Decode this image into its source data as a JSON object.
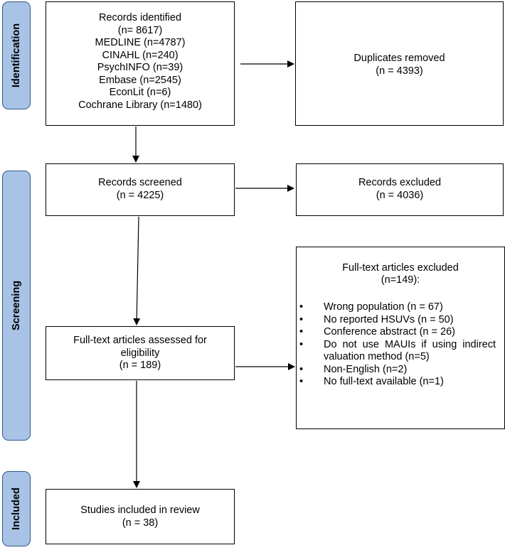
{
  "phases": {
    "identification": "Identification",
    "screening": "Screening",
    "included": "Included"
  },
  "identified": {
    "lines": [
      "Records identified",
      "(n= 8617)",
      "MEDLINE (n=4787)",
      "CINAHL (n=240)",
      "PsychINFO (n=39)",
      "Embase (n=2545)",
      "EconLit (n=6)",
      "Cochrane Library (n=1480)"
    ]
  },
  "duplicates": {
    "lines": [
      "Duplicates removed",
      "(n = 4393)"
    ]
  },
  "screened": {
    "lines": [
      "Records screened",
      "(n = 4225)"
    ]
  },
  "records_excluded": {
    "lines": [
      "Records excluded",
      "(n = 4036)"
    ]
  },
  "fulltext_assessed": {
    "lines": [
      "Full-text articles assessed for",
      "eligibility",
      "(n = 189)"
    ]
  },
  "fulltext_excluded": {
    "title": [
      "Full-text articles excluded",
      "(n=149):"
    ],
    "bullet": "•",
    "items": [
      "Wrong population (n = 67)",
      "No reported HSUVs (n = 50)",
      "Conference abstract (n = 26)",
      "Do not use MAUIs if using indirect valuation method (n=5)",
      "Non-English (n=2)",
      "No full-text available (n=1)"
    ]
  },
  "included": {
    "lines": [
      "Studies included in review",
      "(n = 38)"
    ]
  }
}
